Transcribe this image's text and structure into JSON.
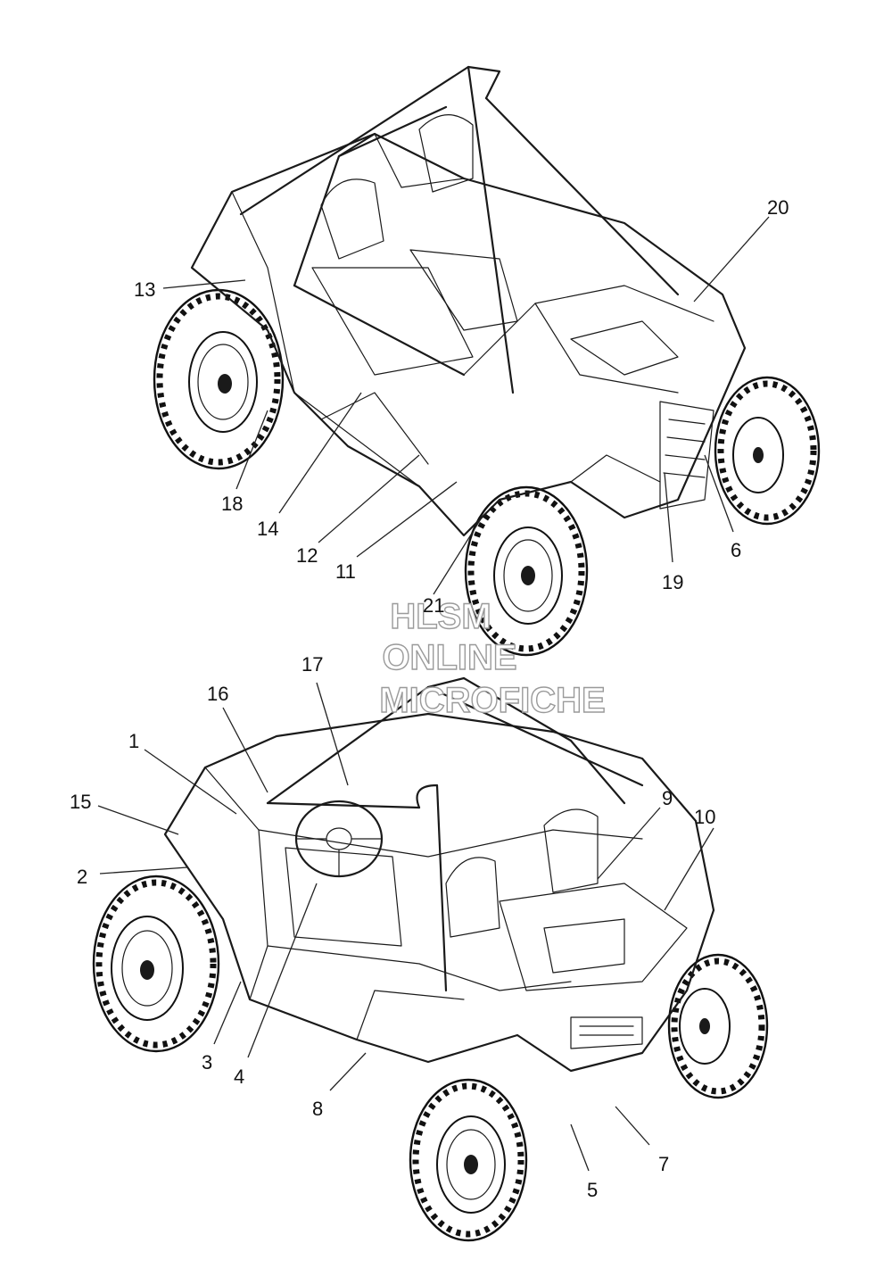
{
  "watermark": {
    "line1": "HLSM",
    "line2": "ONLINE",
    "line3": "MICROFICHE"
  },
  "callouts": [
    {
      "id": "20",
      "label": "20"
    },
    {
      "id": "13",
      "label": "13"
    },
    {
      "id": "18",
      "label": "18"
    },
    {
      "id": "14",
      "label": "14"
    },
    {
      "id": "12",
      "label": "12"
    },
    {
      "id": "11",
      "label": "11"
    },
    {
      "id": "21",
      "label": "21"
    },
    {
      "id": "19",
      "label": "19"
    },
    {
      "id": "6",
      "label": "6"
    },
    {
      "id": "17",
      "label": "17"
    },
    {
      "id": "16",
      "label": "16"
    },
    {
      "id": "1",
      "label": "1"
    },
    {
      "id": "15",
      "label": "15"
    },
    {
      "id": "2",
      "label": "2"
    },
    {
      "id": "9",
      "label": "9"
    },
    {
      "id": "10",
      "label": "10"
    },
    {
      "id": "3",
      "label": "3"
    },
    {
      "id": "4",
      "label": "4"
    },
    {
      "id": "8",
      "label": "8"
    },
    {
      "id": "5",
      "label": "5"
    },
    {
      "id": "7",
      "label": "7"
    }
  ]
}
